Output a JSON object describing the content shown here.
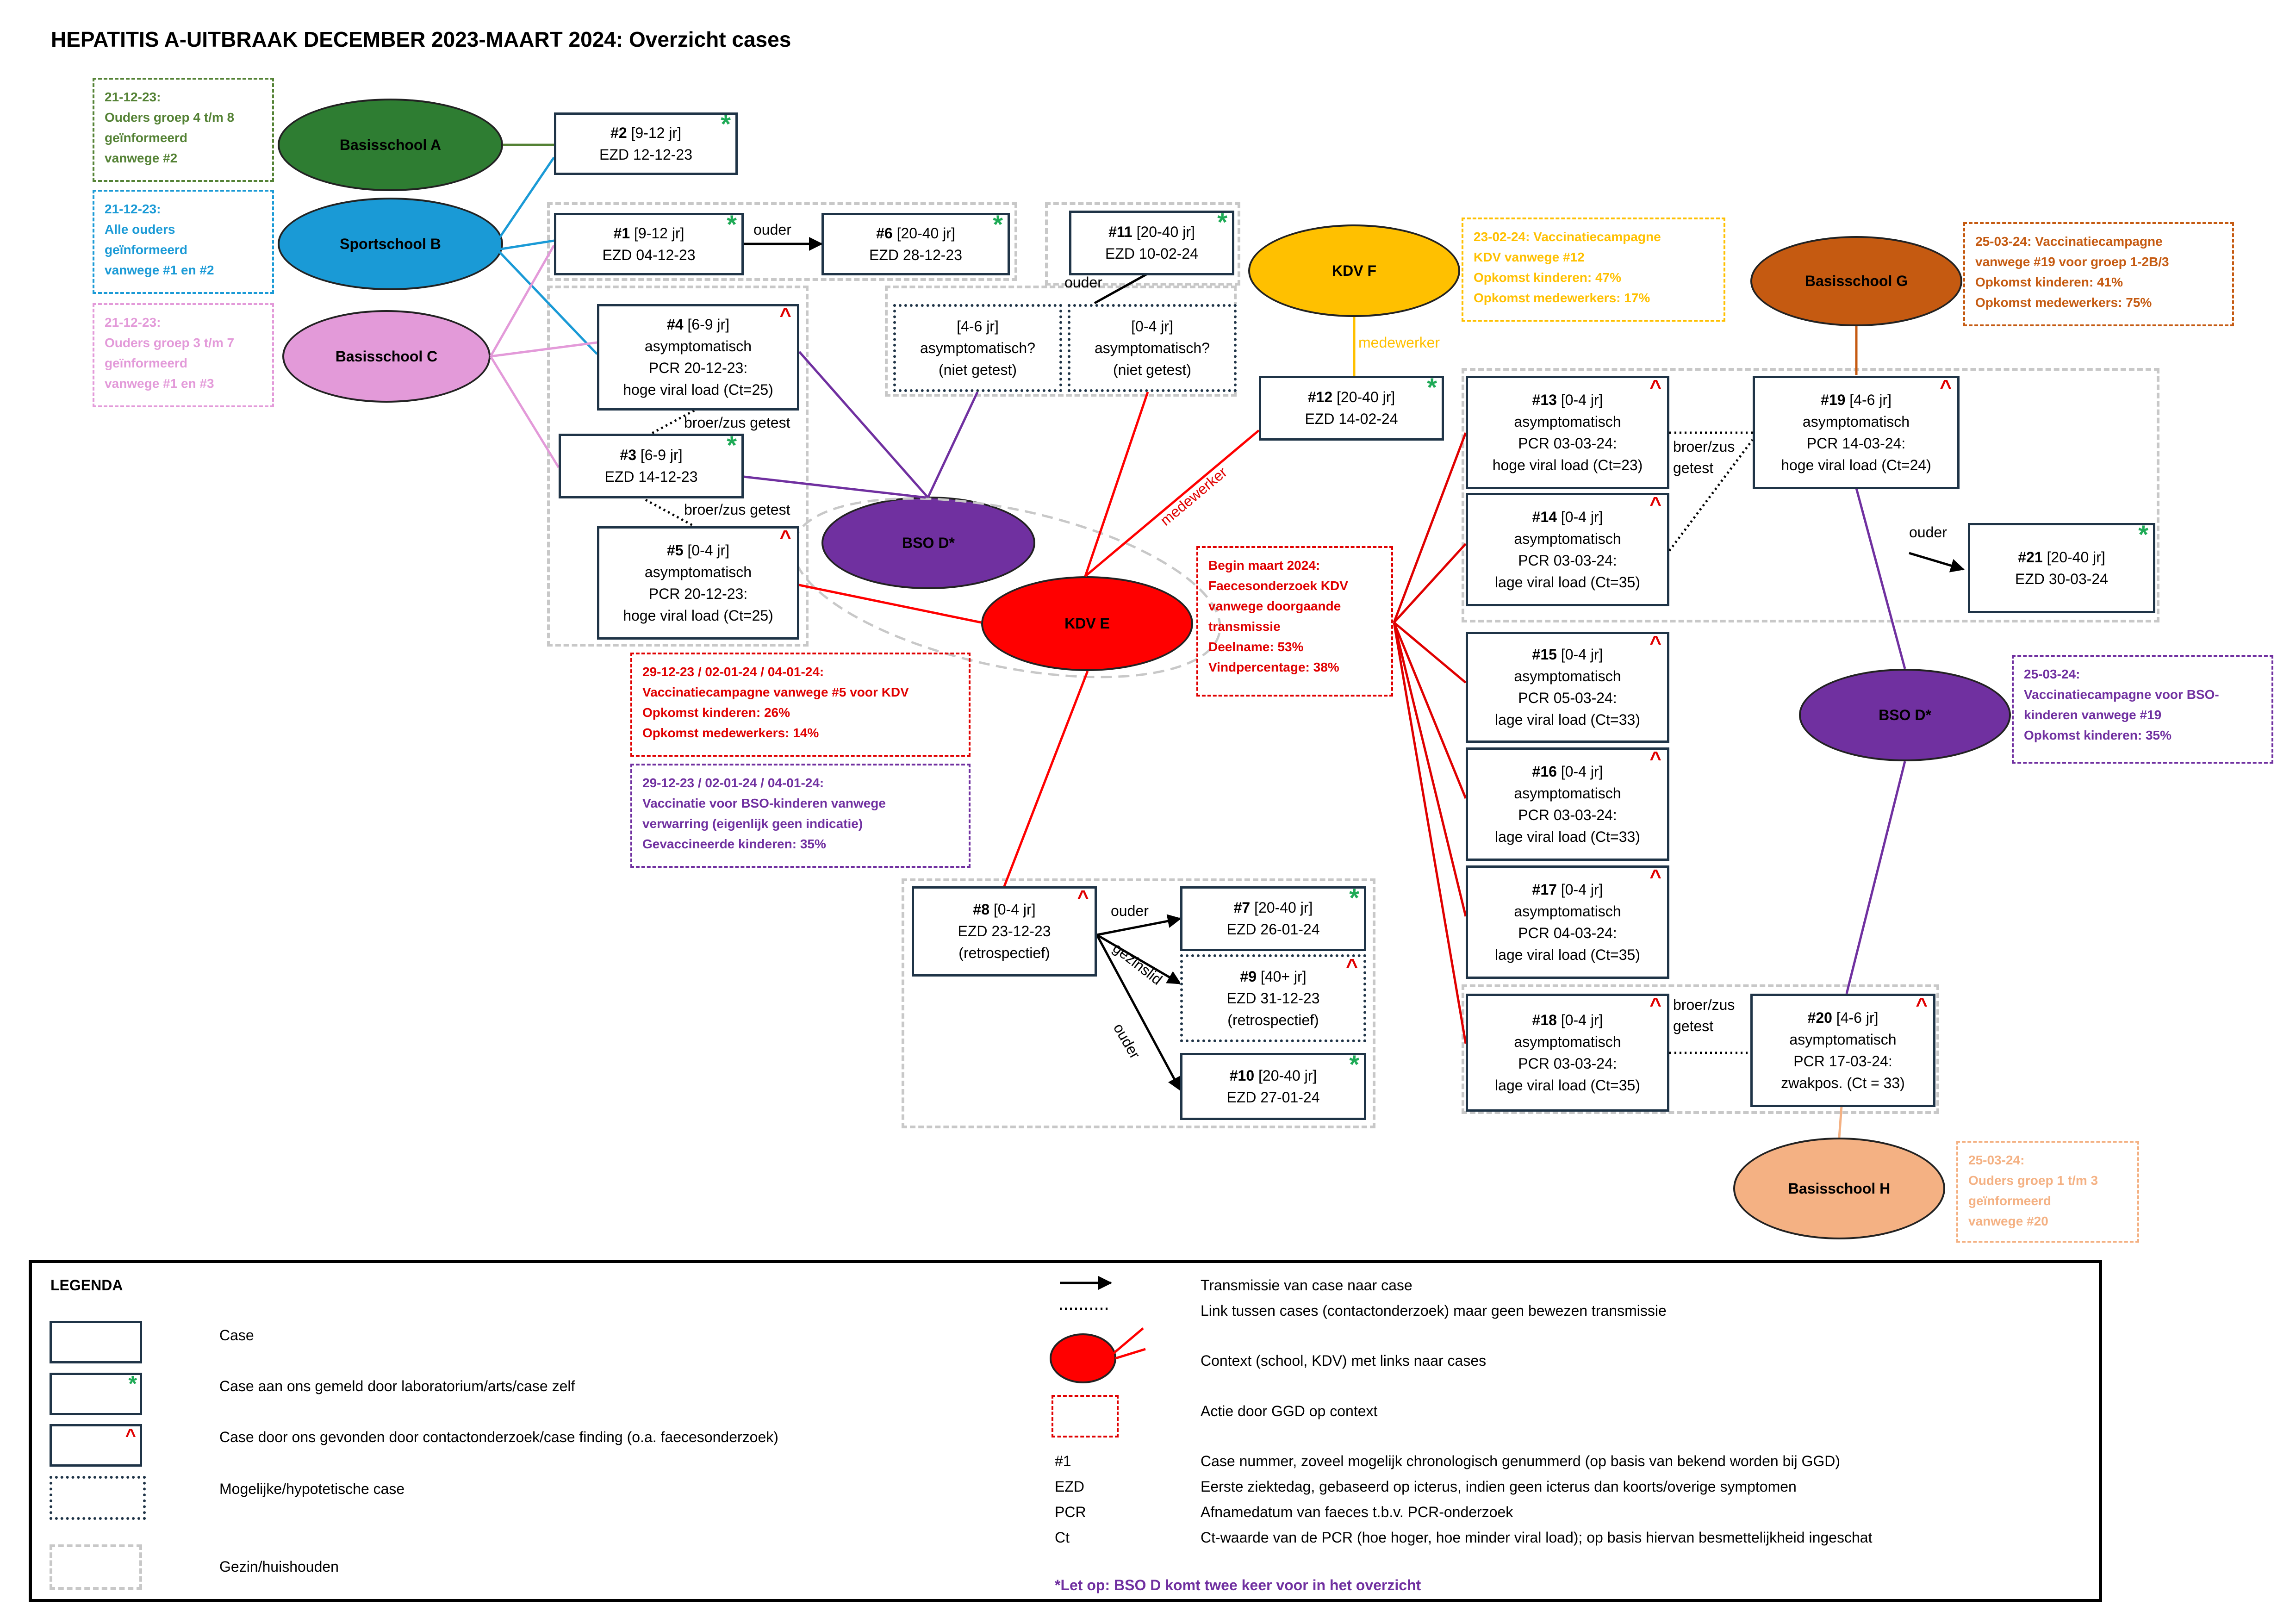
{
  "title": "HEPATITIS A-UITBRAAK DECEMBER 2023-MAART 2024: Overzicht cases",
  "contexts": [
    {
      "id": "sa",
      "label": "Basisschool A",
      "color": "#2e7d32"
    },
    {
      "id": "sb",
      "label": "Sportschool B",
      "color": "#1a9ad6"
    },
    {
      "id": "sc",
      "label": "Basisschool C",
      "color": "#e39ad9"
    },
    {
      "id": "bso1",
      "label": "BSO D*",
      "color": "#7030a0"
    },
    {
      "id": "kdve",
      "label": "KDV E",
      "color": "#ff0000"
    },
    {
      "id": "kdvf",
      "label": "KDV F",
      "color": "#ffc000"
    },
    {
      "id": "sg",
      "label": "Basisschool G",
      "color": "#c55a11"
    },
    {
      "id": "bso2",
      "label": "BSO D*",
      "color": "#7030a0"
    },
    {
      "id": "sh",
      "label": "Basisschool H",
      "color": "#f4b183"
    }
  ],
  "cases": [
    {
      "id": "c2",
      "num": "#2",
      "l1": "[9-12 jr]",
      "lines": [
        "EZD 12-12-23"
      ],
      "mark": "star"
    },
    {
      "id": "c1",
      "num": "#1",
      "l1": "[9-12 jr]",
      "lines": [
        "EZD 04-12-23"
      ],
      "mark": "star"
    },
    {
      "id": "c6",
      "num": "#6",
      "l1": "[20-40 jr]",
      "lines": [
        "EZD 28-12-23"
      ],
      "mark": "star"
    },
    {
      "id": "c11",
      "num": "#11",
      "l1": "[20-40 jr]",
      "lines": [
        "EZD 10-02-24"
      ],
      "mark": "star"
    },
    {
      "id": "c4",
      "num": "#4",
      "l1": "[6-9 jr]",
      "lines": [
        "asymptomatisch",
        "PCR 20-12-23:",
        "hoge viral load (Ct=25)"
      ],
      "mark": "caret"
    },
    {
      "id": "c3",
      "num": "#3",
      "l1": "[6-9 jr]",
      "lines": [
        "EZD 14-12-23"
      ],
      "mark": "star"
    },
    {
      "id": "c5",
      "num": "#5",
      "l1": "[0-4 jr]",
      "lines": [
        "asymptomatisch",
        "PCR 20-12-23:",
        "hoge viral load (Ct=25)"
      ],
      "mark": "caret"
    },
    {
      "id": "h1",
      "num": "",
      "l1": "[4-6 jr]",
      "lines": [
        "asymptomatisch?",
        "(niet getest)"
      ],
      "mark": "hypo"
    },
    {
      "id": "h2",
      "num": "",
      "l1": "[0-4 jr]",
      "lines": [
        "asymptomatisch?",
        "(niet getest)"
      ],
      "mark": "hypo"
    },
    {
      "id": "c12",
      "num": "#12",
      "l1": "[20-40 jr]",
      "lines": [
        "EZD 14-02-24"
      ],
      "mark": "star"
    },
    {
      "id": "c8",
      "num": "#8",
      "l1": "[0-4 jr]",
      "lines": [
        "EZD 23-12-23",
        "(retrospectief)"
      ],
      "mark": "caret"
    },
    {
      "id": "c7",
      "num": "#7",
      "l1": "[20-40 jr]",
      "lines": [
        "EZD 26-01-24"
      ],
      "mark": "star"
    },
    {
      "id": "c9",
      "num": "#9",
      "l1": "[40+ jr]",
      "lines": [
        "EZD 31-12-23",
        "(retrospectief)"
      ],
      "mark": "caret hypo"
    },
    {
      "id": "c10",
      "num": "#10",
      "l1": "[20-40 jr]",
      "lines": [
        "EZD 27-01-24"
      ],
      "mark": "star"
    },
    {
      "id": "c13",
      "num": "#13",
      "l1": "[0-4 jr]",
      "lines": [
        "asymptomatisch",
        "PCR 03-03-24:",
        "hoge viral load (Ct=23)"
      ],
      "mark": "caret"
    },
    {
      "id": "c14",
      "num": "#14",
      "l1": "[0-4 jr]",
      "lines": [
        "asymptomatisch",
        "PCR 03-03-24:",
        "lage viral load (Ct=35)"
      ],
      "mark": "caret"
    },
    {
      "id": "c15",
      "num": "#15",
      "l1": "[0-4 jr]",
      "lines": [
        "asymptomatisch",
        "PCR 05-03-24:",
        "lage viral load (Ct=33)"
      ],
      "mark": "caret"
    },
    {
      "id": "c16",
      "num": "#16",
      "l1": "[0-4 jr]",
      "lines": [
        "asymptomatisch",
        "PCR 03-03-24:",
        "lage viral load (Ct=33)"
      ],
      "mark": "caret"
    },
    {
      "id": "c17",
      "num": "#17",
      "l1": "[0-4 jr]",
      "lines": [
        "asymptomatisch",
        "PCR 04-03-24:",
        "lage viral load (Ct=35)"
      ],
      "mark": "caret"
    },
    {
      "id": "c18",
      "num": "#18",
      "l1": "[0-4 jr]",
      "lines": [
        "asymptomatisch",
        "PCR 03-03-24:",
        "lage viral load (Ct=35)"
      ],
      "mark": "caret"
    },
    {
      "id": "c19",
      "num": "#19",
      "l1": "[4-6 jr]",
      "lines": [
        "asymptomatisch",
        "PCR 14-03-24:",
        "hoge viral load (Ct=24)"
      ],
      "mark": "caret"
    },
    {
      "id": "c21",
      "num": "#21",
      "l1": "[20-40 jr]",
      "lines": [
        "EZD 30-03-24"
      ],
      "mark": "star"
    },
    {
      "id": "c20",
      "num": "#20",
      "l1": "[4-6 jr]",
      "lines": [
        "asymptomatisch",
        "PCR 17-03-24:",
        "zwakpos. (Ct = 33)"
      ],
      "mark": "caret"
    }
  ],
  "notes": [
    {
      "id": "n1",
      "color": "#548235",
      "lines": [
        "21-12-23:",
        "Ouders groep 4 t/m 8",
        "geïnformeerd",
        "vanwege #2"
      ]
    },
    {
      "id": "n2",
      "color": "#1a9ad6",
      "lines": [
        "21-12-23:",
        "Alle ouders",
        "geïnformeerd",
        "vanwege #1 en #2"
      ]
    },
    {
      "id": "n3",
      "color": "#e39ad9",
      "lines": [
        "21-12-23:",
        "Ouders groep 3 t/m 7",
        "geïnformeerd",
        "vanwege #1 en #3"
      ]
    },
    {
      "id": "n4",
      "color": "#ffc000",
      "lines": [
        "23-02-24: Vaccinatiecampagne",
        "KDV vanwege #12",
        "Opkomst kinderen: 47%",
        "Opkomst medewerkers: 17%"
      ]
    },
    {
      "id": "n5",
      "color": "#c55a11",
      "lines": [
        "25-03-24: Vaccinatiecampagne",
        "vanwege #19 voor groep 1-2B/3",
        "Opkomst kinderen: 41%",
        "Opkomst medewerkers: 75%"
      ]
    },
    {
      "id": "n6",
      "color": "#e00000",
      "lines": [
        "Begin maart 2024:",
        "Faecesonderzoek KDV",
        "vanwege doorgaande",
        "transmissie",
        "Deelname: 53%",
        "Vindpercentage: 38%"
      ]
    },
    {
      "id": "n7",
      "color": "#e00000",
      "lines": [
        "29-12-23 / 02-01-24 / 04-01-24:",
        "Vaccinatiecampagne vanwege #5 voor KDV",
        "Opkomst kinderen: 26%",
        "Opkomst medewerkers: 14%"
      ]
    },
    {
      "id": "n8",
      "color": "#7030a0",
      "lines": [
        "29-12-23 / 02-01-24 / 04-01-24:",
        "Vaccinatie voor BSO-kinderen vanwege",
        "verwarring (eigenlijk geen indicatie)",
        "Gevaccineerde kinderen: 35%"
      ]
    },
    {
      "id": "n9",
      "color": "#7030a0",
      "lines": [
        "25-03-24:",
        "Vaccinatiecampagne voor BSO-",
        "kinderen vanwege #19",
        "Opkomst kinderen: 35%"
      ]
    },
    {
      "id": "n10",
      "color": "#f4b183",
      "lines": [
        "25-03-24:",
        "Ouders groep 1 t/m 3",
        "geïnformeerd",
        "vanwege #20"
      ]
    }
  ],
  "link_labels": [
    {
      "id": "l_ouder1",
      "text": "ouder"
    },
    {
      "id": "l_ouder2",
      "text": "ouder"
    },
    {
      "id": "l_ouder3",
      "text": "ouder"
    },
    {
      "id": "l_ouder4",
      "text": "ouder"
    },
    {
      "id": "l_ouder5",
      "text": "ouder"
    },
    {
      "id": "l_gezinslid",
      "text": "gezinslid"
    },
    {
      "id": "l_bz1",
      "text": "broer/zus getest"
    },
    {
      "id": "l_bz2",
      "text": "broer/zus getest"
    },
    {
      "id": "l_bz3",
      "text": "broer/zus\ngetest"
    },
    {
      "id": "l_bz4",
      "text": "broer/zus\ngetest"
    },
    {
      "id": "l_mw1",
      "text": "medewerker"
    },
    {
      "id": "l_mw2",
      "text": "medewerker"
    }
  ],
  "legend": {
    "title": "LEGENDA",
    "case": "Case",
    "case_reported": "Case aan ons gemeld door laboratorium/arts/case zelf",
    "case_found": "Case door ons gevonden door contactonderzoek/case finding (o.a. faecesonderzoek)",
    "case_hypo": "Mogelijke/hypotetische case",
    "household": "Gezin/huishouden",
    "transmission": "Transmissie van case naar case",
    "link": "Link tussen cases (contactonderzoek) maar geen bewezen transmissie",
    "context": "Context (school, KDV) met links naar cases",
    "action": "Actie door GGD op context",
    "abbr": [
      {
        "k": "#1",
        "v": "Case nummer, zoveel mogelijk chronologisch genummerd (op basis van bekend worden bij GGD)"
      },
      {
        "k": "EZD",
        "v": "Eerste ziektedag, gebaseerd op icterus, indien geen icterus dan koorts/overige symptomen"
      },
      {
        "k": "PCR",
        "v": "Afnamedatum van faeces t.b.v. PCR-onderzoek"
      },
      {
        "k": "Ct",
        "v": "Ct-waarde van de PCR (hoe hoger, hoe minder viral load); op basis hiervan besmettelijkheid ingeschat"
      }
    ],
    "footnote": "*Let op: BSO D komt twee keer voor in het overzicht"
  }
}
